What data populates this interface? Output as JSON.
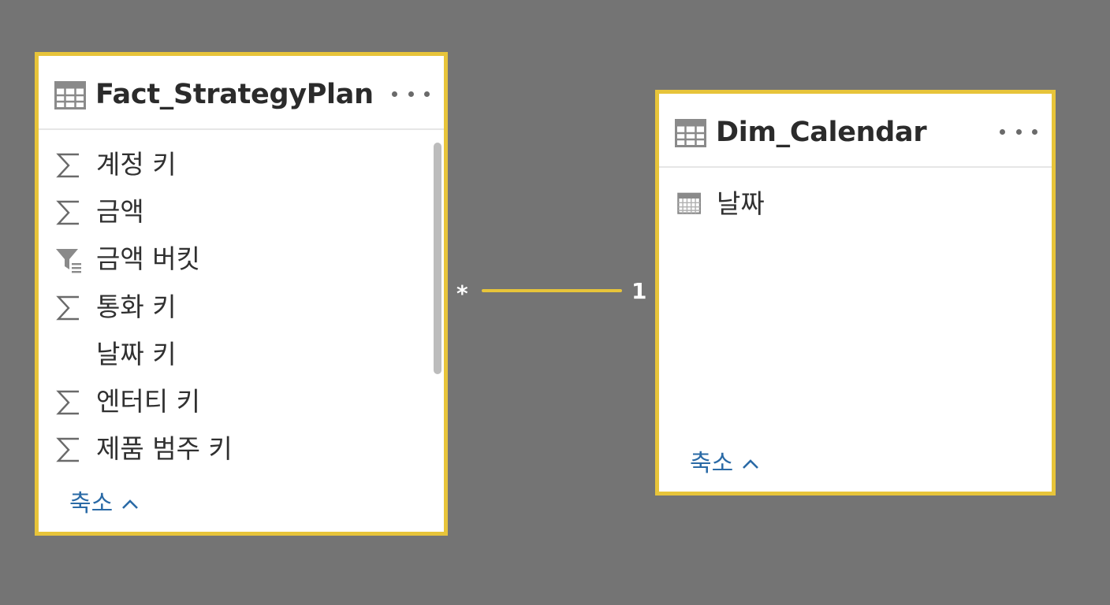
{
  "tables": [
    {
      "title": "Fact_StrategyPlan",
      "fields": [
        {
          "label": "계정 키",
          "icon": "sigma-icon"
        },
        {
          "label": "금액",
          "icon": "sigma-icon"
        },
        {
          "label": "금액 버킷",
          "icon": "filter-bucket-icon"
        },
        {
          "label": "통화 키",
          "icon": "sigma-icon"
        },
        {
          "label": "날짜 키",
          "icon": ""
        },
        {
          "label": "엔터티 키",
          "icon": "sigma-icon"
        },
        {
          "label": "제품 범주 키",
          "icon": "sigma-icon"
        }
      ],
      "collapse_label": "축소"
    },
    {
      "title": "Dim_Calendar",
      "fields": [
        {
          "label": "날짜",
          "icon": "calendar-icon"
        }
      ],
      "collapse_label": "축소"
    }
  ],
  "relationship": {
    "from_cardinality": "*",
    "to_cardinality": "1"
  },
  "colors": {
    "canvas": "#747474",
    "card_border_selected": "#e7c43a",
    "relationship_line": "#e7c43a",
    "collapse_link": "#2a6aa6"
  }
}
